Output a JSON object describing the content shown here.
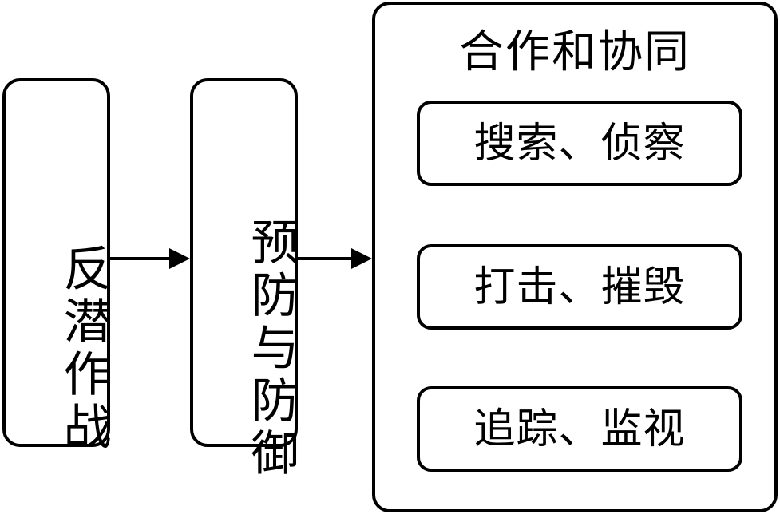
{
  "diagram": {
    "left_box": {
      "label": "反潜作战"
    },
    "middle_box": {
      "label": "预防与防御"
    },
    "right_box": {
      "title": "合作和协同",
      "tasks": [
        {
          "label": "搜索、侦察"
        },
        {
          "label": "打击、摧毁"
        },
        {
          "label": "追踪、监视"
        }
      ]
    }
  },
  "colors": {
    "stroke": "#000000",
    "background": "#ffffff"
  }
}
